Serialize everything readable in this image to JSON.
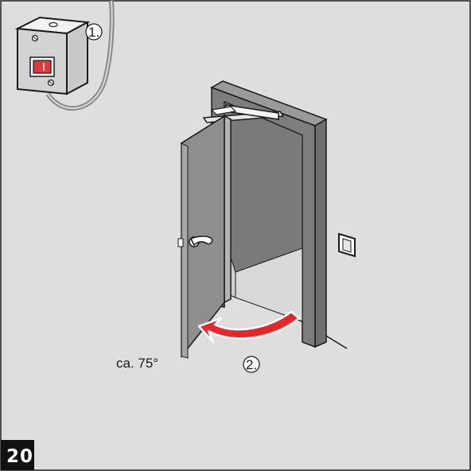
{
  "figure": {
    "step_one_marker": "1.",
    "step_two_marker": "2.",
    "angle_label": "ca. 75°",
    "page_number": "20"
  },
  "colors": {
    "panel_bg": "#dedede",
    "door_gray": "#8e8e8e",
    "wall_gray": "#7b7b7b",
    "arrow_red": "#e8262a",
    "switch_red": "#e0393b",
    "line": "#1a1a1a"
  },
  "icons": {
    "power_switch": "switch-box-icon",
    "wall_plate": "wall-plate-icon",
    "rotate_arrow": "close-door-arrow-icon"
  }
}
